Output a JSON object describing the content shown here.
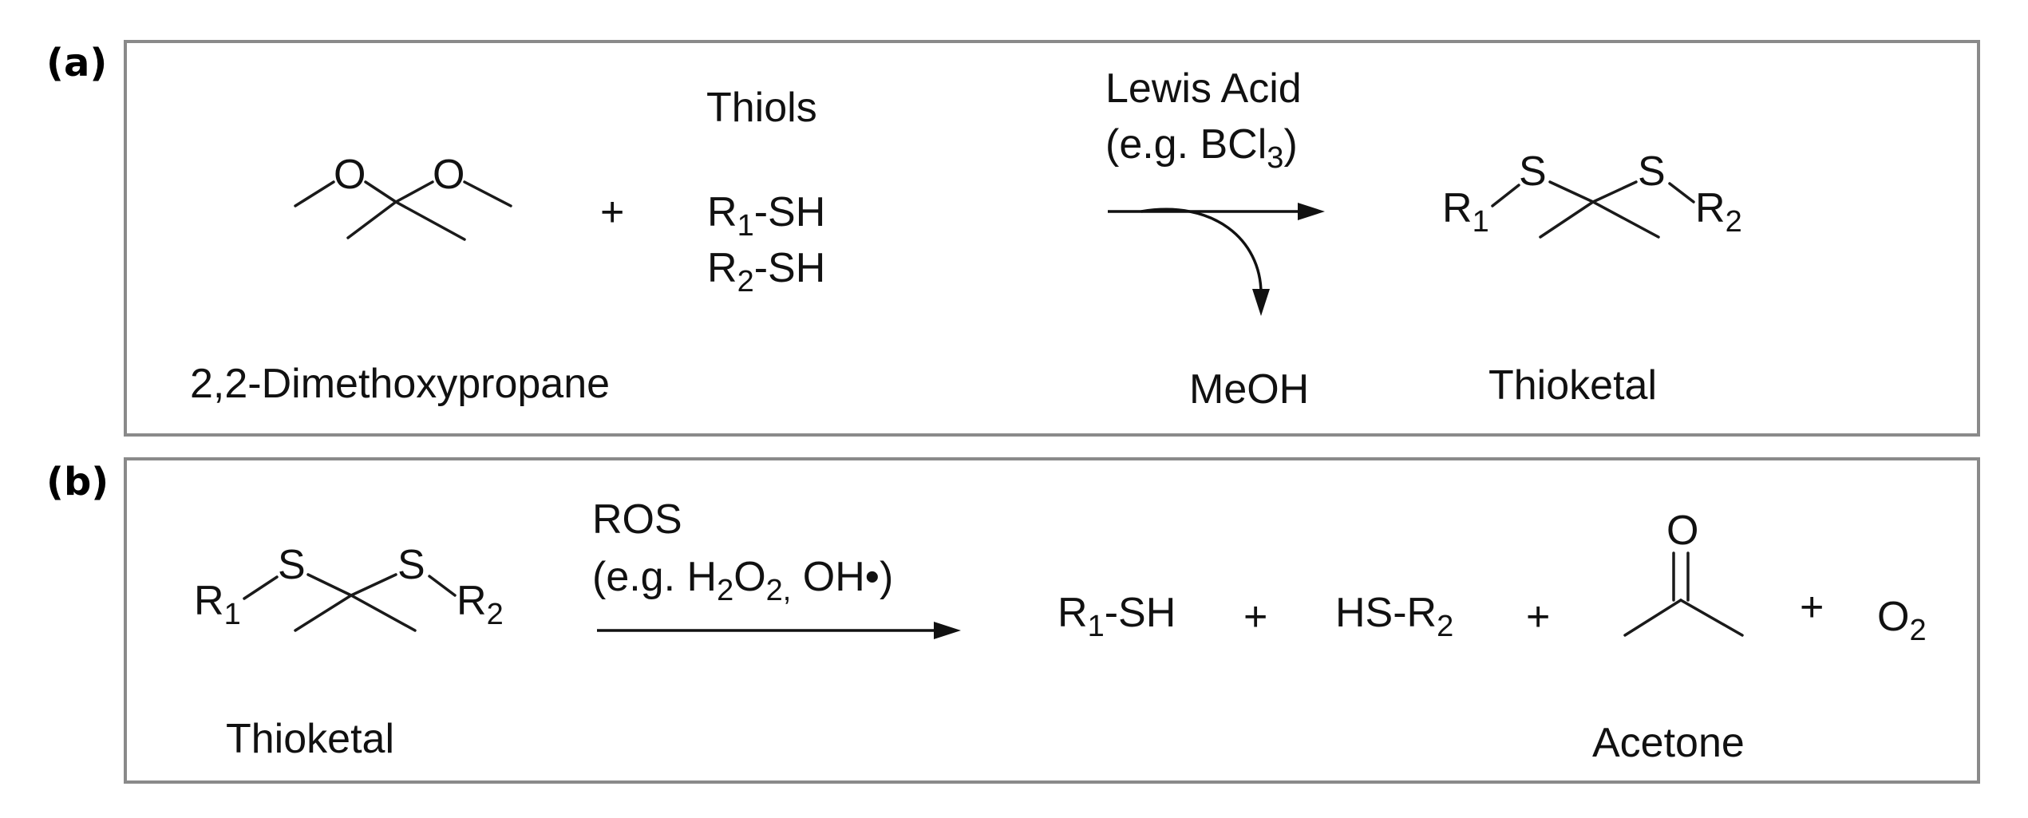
{
  "panel_a": {
    "tag": "(a)",
    "reagent_name": "2,2-Dimethoxypropane",
    "plus": "+",
    "thiols_title": "Thiols",
    "thiol_1": {
      "r": "R",
      "sub": "1",
      "rest": "-SH"
    },
    "thiol_2": {
      "r": "R",
      "sub": "2",
      "rest": "-SH"
    },
    "catalyst_line1": "Lewis Acid",
    "catalyst_line2": {
      "pre": "(e.g. BCl",
      "sub": "3",
      "post": ")"
    },
    "byproduct": "MeOH",
    "product_name": "Thioketal",
    "atom_O": "O",
    "atom_S": "S",
    "r1": {
      "r": "R",
      "sub": "1"
    },
    "r2": {
      "r": "R",
      "sub": "2"
    }
  },
  "panel_b": {
    "tag": "(b)",
    "reactant_name": "Thioketal",
    "condition_line1": "ROS",
    "condition_line2": {
      "pre": "(e.g. H",
      "s1": "2",
      "mid": "O",
      "s2": "2,",
      "post": " OH•)"
    },
    "product_1": {
      "r": "R",
      "sub": "1",
      "rest": "-SH"
    },
    "product_2": {
      "pre": "HS-R",
      "sub": "2"
    },
    "plus": "+",
    "acetone_name": "Acetone",
    "oxygen": {
      "main": "O",
      "sub": "2"
    },
    "atom_O": "O",
    "atom_S": "S",
    "r1": {
      "r": "R",
      "sub": "1"
    },
    "r2": {
      "r": "R",
      "sub": "2"
    }
  }
}
